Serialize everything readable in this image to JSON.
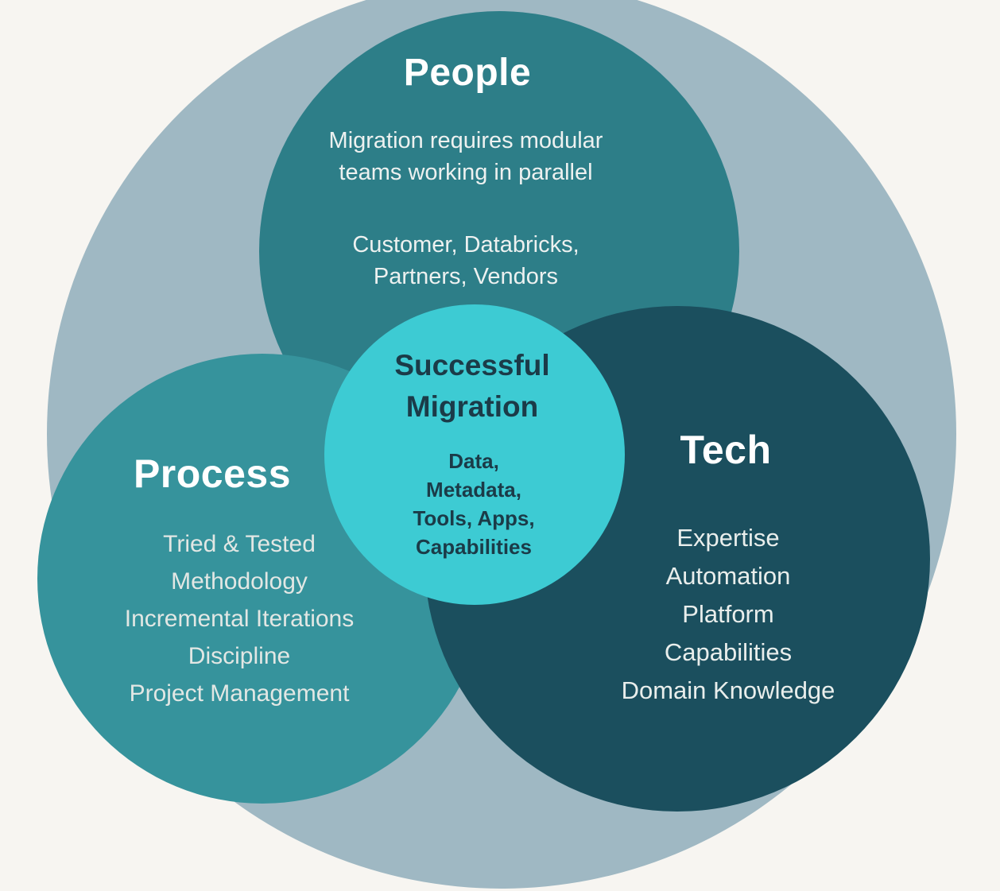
{
  "diagram": {
    "name": "Successful Migration venn diagram",
    "colors": {
      "page_background": "#F7F5F1",
      "outer_circle": "#9FB8C3",
      "people_circle": "#2D7E88",
      "process_circle": "#36939C",
      "tech_circle": "#1B4F5E",
      "center_circle": "#3DCBD3",
      "title_text": "#FFFFFF",
      "center_text": "#1B3B48"
    },
    "circles": {
      "people": {
        "title": "People",
        "description": [
          "Migration requires modular",
          "teams working in parallel"
        ],
        "members": [
          "Customer, Databricks,",
          "Partners, Vendors"
        ]
      },
      "process": {
        "title": "Process",
        "items": [
          "Tried & Tested",
          "Methodology",
          "Incremental Iterations",
          "Discipline",
          "Project Management"
        ]
      },
      "tech": {
        "title": "Tech",
        "items": [
          "Expertise",
          "Automation",
          "Platform",
          "Capabilities",
          "Domain Knowledge"
        ]
      },
      "center": {
        "title": [
          "Successful",
          "Migration"
        ],
        "items": [
          "Data,",
          "Metadata,",
          "Tools, Apps,",
          "Capabilities"
        ]
      }
    }
  }
}
